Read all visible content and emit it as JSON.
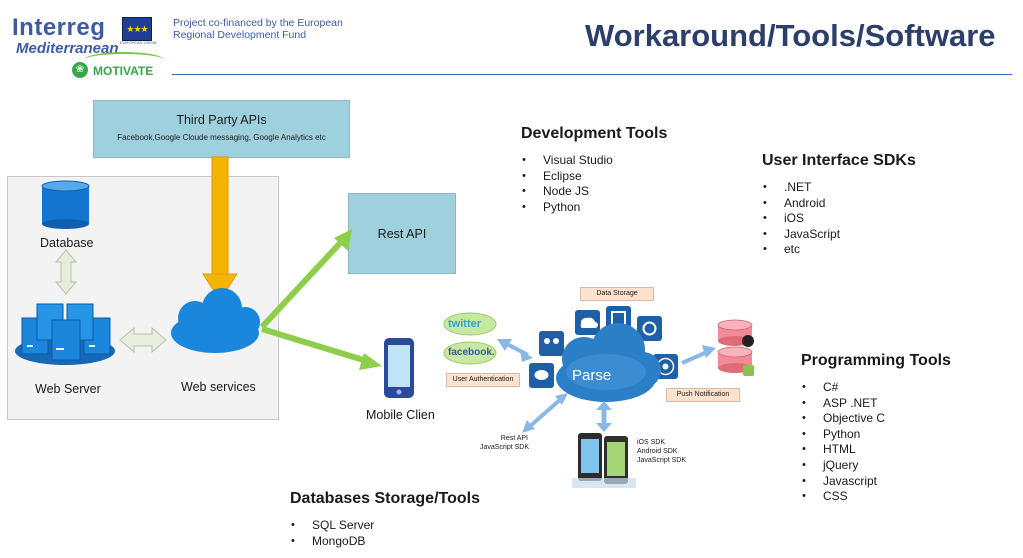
{
  "header": {
    "logo_line1": "Interreg",
    "logo_line2": "Mediterranean",
    "cofinanced": [
      "Project co-financed by the European",
      "Regional Development Fund"
    ],
    "project_logo": "MOTIVATE",
    "title": "Workaround/Tools/Software",
    "eu_flag_icon": "eu-flag-icon",
    "eu_caption": "EUROPEAN UNION"
  },
  "architecture": {
    "third_party_title": "Third Party APIs",
    "third_party_sub": "Facebook,Google Cloude messaging, Google Analytics etc",
    "database_label": "Database",
    "web_server_label": "Web Server",
    "web_services_label": "Web services",
    "rest_api_label": "Rest API",
    "mobile_label": "Mobile Clien"
  },
  "development_tools": {
    "title": "Development Tools",
    "items": [
      "Visual Studio",
      "Eclipse",
      "Node JS",
      "Python"
    ]
  },
  "ui_sdks": {
    "title": "User Interface SDKs",
    "items": [
      ".NET",
      "Android",
      "iOS",
      "JavaScript",
      "etc"
    ]
  },
  "programming_tools": {
    "title": "Programming Tools",
    "items": [
      "C#",
      "ASP .NET",
      "Objective C",
      "Python",
      "HTML",
      "jQuery",
      "Javascript",
      "CSS"
    ]
  },
  "databases": {
    "title": "Databases Storage/Tools",
    "items": [
      "SQL Server",
      "MongoDB"
    ]
  },
  "parse_diagram": {
    "center_label": "Parse",
    "data_storage": "Data Storage",
    "user_auth": "User Authentication",
    "push_notification": "Push Notification",
    "twitter": "twitter",
    "facebook": "facebook.",
    "rest_sdk": [
      "Rest API",
      "JavaScript SDK"
    ],
    "mobile_sdk": [
      "iOS SDK",
      "Android SDK",
      "JavaScript SDK"
    ]
  },
  "colors": {
    "brand_blue": "#3e5ca5",
    "title_navy": "#2c3e6b",
    "motivate_green": "#35a94a",
    "api_box": "#9fd0de",
    "arrow_orange": "#f5b400",
    "arrow_green": "#8fce4a",
    "parse_blue": "#2a7fc6"
  }
}
